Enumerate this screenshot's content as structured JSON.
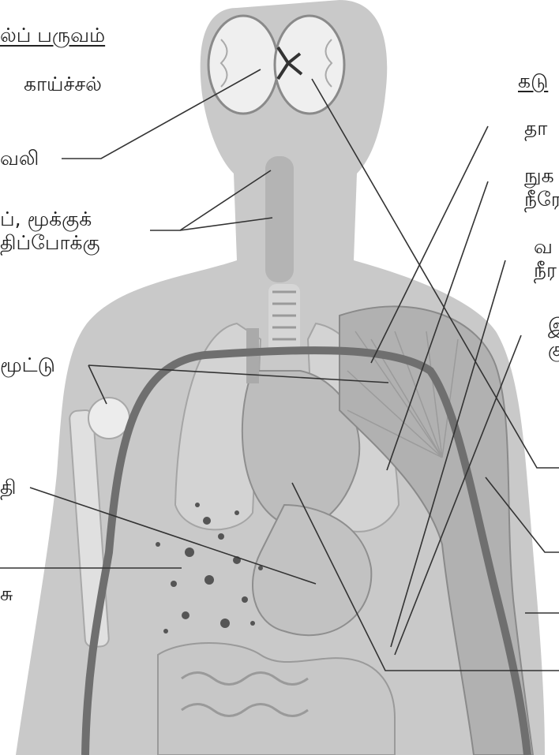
{
  "left_heading": "ல்ப் பருவம்",
  "right_heading": "கடு",
  "left_labels": [
    "காய்ச்சல்",
    "வலி",
    "ப், மூக்குக்",
    "திப்போக்கு",
    "மூட்டு",
    "தி",
    "சு"
  ],
  "right_labels": [
    "தா",
    "நுக",
    "நீரே",
    "வ",
    "நீர",
    "இ",
    "கு"
  ],
  "colors": {
    "silhouette": "#c9c9c9",
    "organ": "#b4b4b4",
    "vessel": "#6f6f6f",
    "leader_line": "#333333",
    "text": "#222222"
  }
}
